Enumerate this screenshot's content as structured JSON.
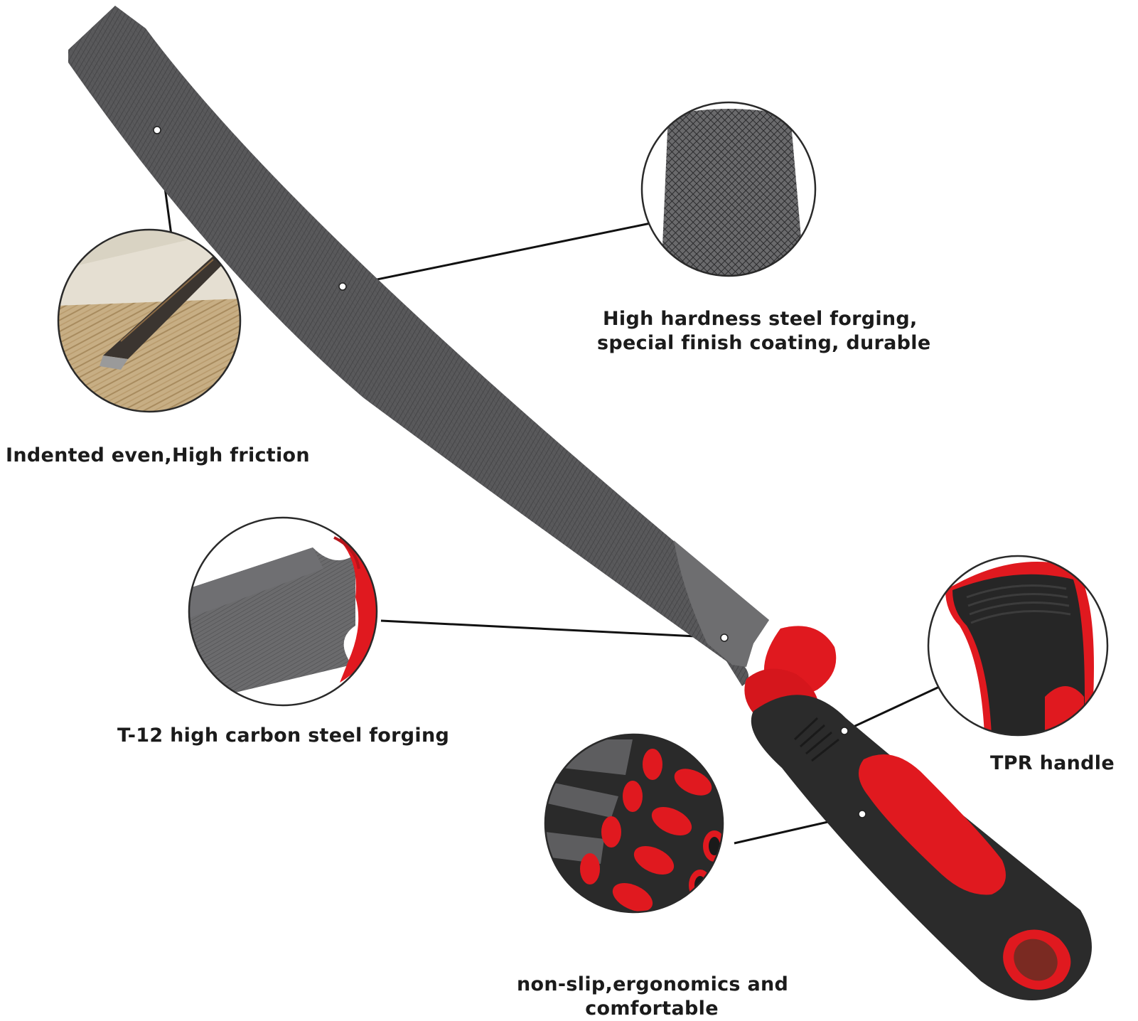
{
  "captions": {
    "friction": "Indented even,High friction",
    "steel_line1": "High hardness steel forging,",
    "steel_line2": "special finish coating,  durable",
    "carbon": "T-12 high carbon steel forging",
    "tpr": "TPR handle",
    "ergo_line1": "non-slip,ergonomics and",
    "ergo_line2": "comfortable"
  },
  "colors": {
    "background": "#ffffff",
    "blade": "#5a5a5c",
    "handle_black": "#2b2b2b",
    "handle_red": "#e0191f",
    "leader_line": "#111111",
    "callout_ring": "#2a2a2a"
  },
  "icons": [
    "flat-file-tool",
    "file-on-wood-closeup",
    "cut-texture-closeup",
    "blade-tang-closeup",
    "handle-grip-closeup",
    "file-set-closeup"
  ]
}
